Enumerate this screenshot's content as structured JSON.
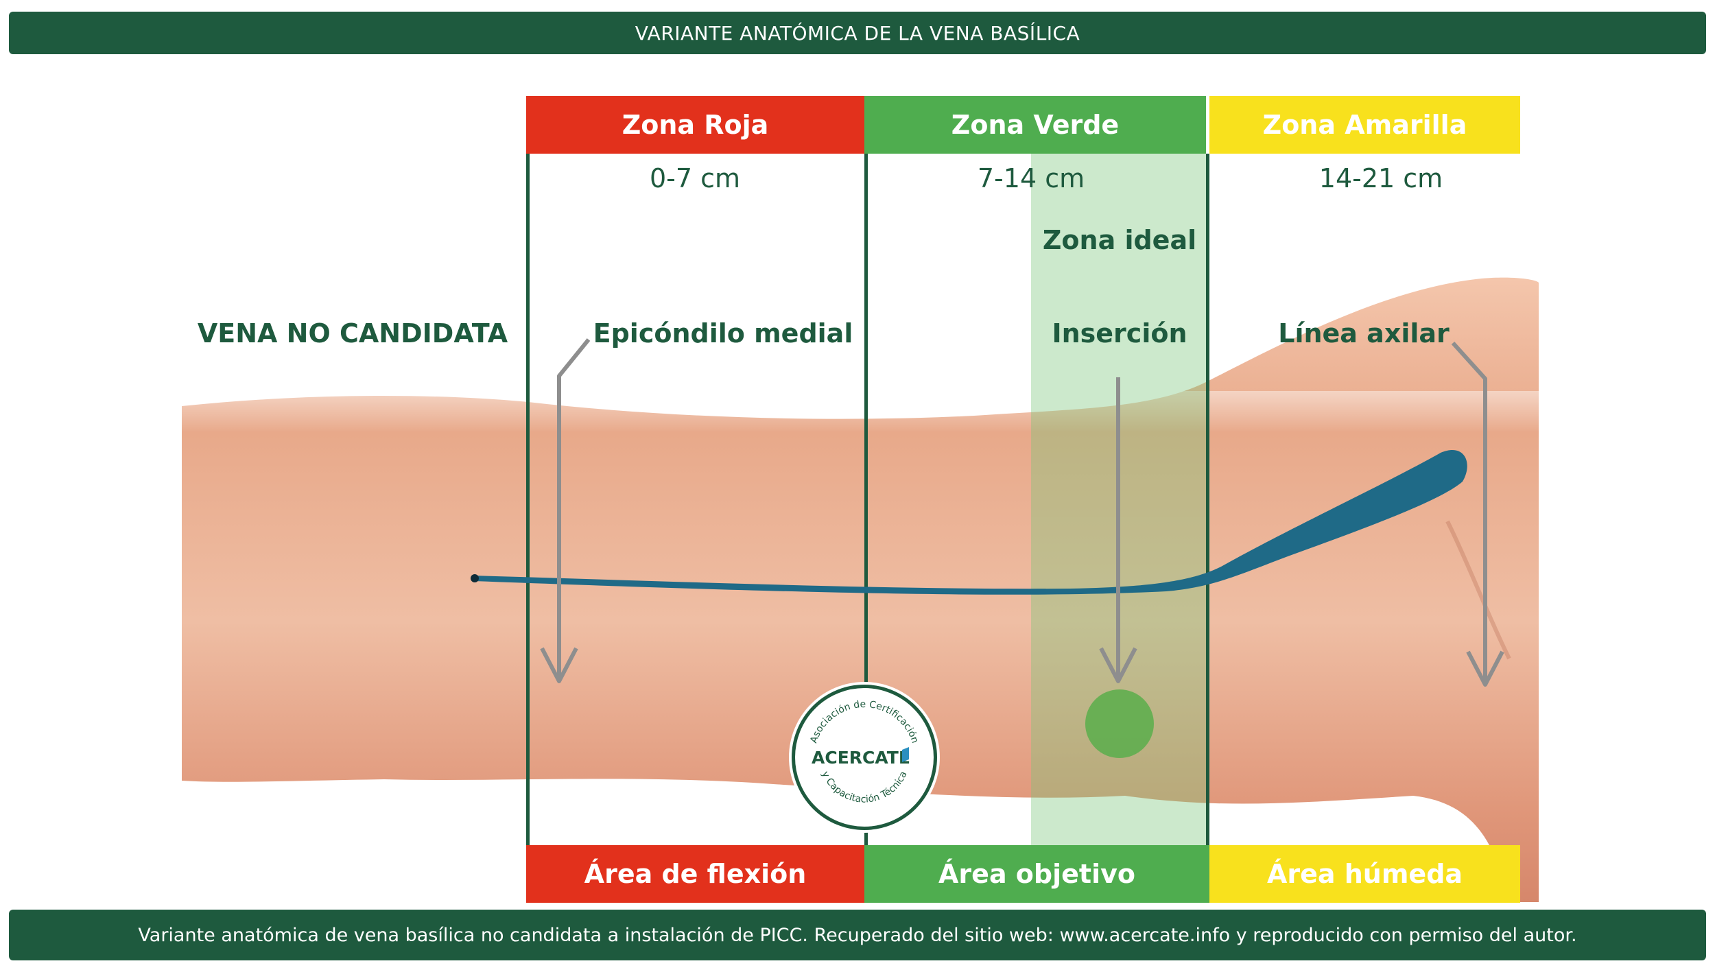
{
  "header": {
    "title": "VARIANTE ANATÓMICA DE LA VENA BASÍLICA"
  },
  "zones": [
    {
      "label": "Zona Roja",
      "range": "0-7 cm",
      "area": "Área de flexión",
      "color": "#e2311c"
    },
    {
      "label": "Zona Verde",
      "range": "7-14 cm",
      "area": "Área objetivo",
      "color": "#4fad4f"
    },
    {
      "label": "Zona Amarilla",
      "range": "14-21 cm",
      "area": "Área húmeda",
      "color": "#f8e11d"
    }
  ],
  "ideal_zone": {
    "label": "Zona ideal",
    "color": "#a8dcaa"
  },
  "annotations": {
    "vein": "VENA NO CANDIDATA",
    "epicondyle": "Epicóndilo medial",
    "insertion": "Inserción",
    "axillary": "Línea axilar"
  },
  "colors": {
    "dark_green": "#1e5a3e",
    "vein": "#1f6a87",
    "arrow": "#8e8e8e",
    "skin": "#e8aa8c"
  },
  "badge": {
    "brand": "ACERCATE",
    "arc_top": "Asociación de Certificación",
    "arc_bottom": "y Capacitación Técnica"
  },
  "footer": {
    "caption": "Variante anatómica de vena basílica no candidata a instalación de PICC. Recuperado del sitio web: www.acercate.info y reproducido con permiso del autor."
  }
}
